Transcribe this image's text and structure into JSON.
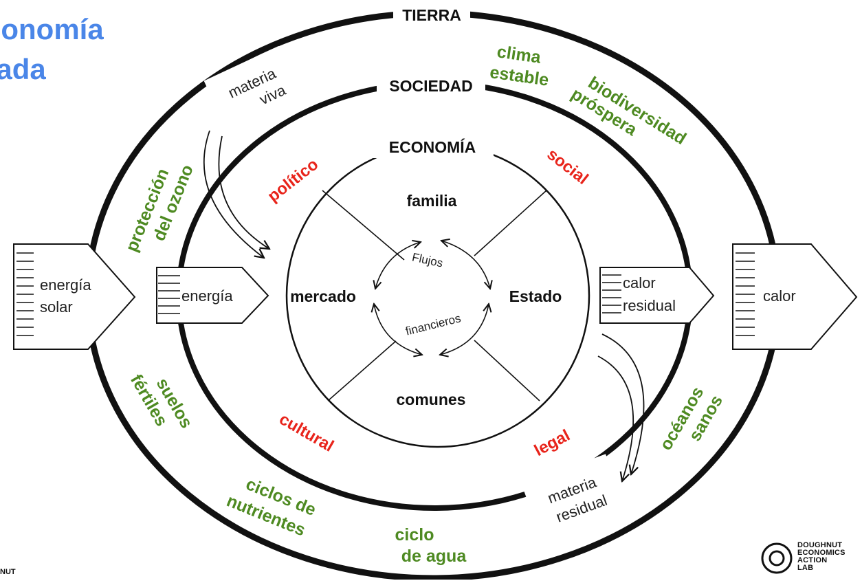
{
  "title": {
    "line1": "conomía",
    "line2": "rada"
  },
  "rings": {
    "earth": "TIERRA",
    "society": "SOCIEDAD",
    "economy": "ECONOMÍA"
  },
  "economy_sectors": {
    "top": "familia",
    "left": "mercado",
    "right": "Estado",
    "bottom": "comunes"
  },
  "financial_flows": {
    "upper": "Flujos",
    "lower": "financieros"
  },
  "society_labels": {
    "political": "político",
    "social": "social",
    "cultural": "cultural",
    "legal": "legal"
  },
  "earth_labels": {
    "stable_climate": [
      "clima",
      "estable"
    ],
    "biodiversity": [
      "biodiversidad",
      "próspera"
    ],
    "ozone": [
      "protección",
      "del ozono"
    ],
    "soils": [
      "suelos",
      "fértiles"
    ],
    "nutrients": [
      "ciclos de",
      "nutrientes"
    ],
    "water": [
      "ciclo",
      "de agua"
    ],
    "oceans": [
      "océanos",
      "sanos"
    ]
  },
  "matter": {
    "living": [
      "materia",
      "viva"
    ],
    "waste": [
      "materia",
      "residual"
    ]
  },
  "energy_flows": {
    "solar": [
      "energía",
      "solar"
    ],
    "energy": "energía",
    "waste_heat": [
      "calor",
      "residual"
    ],
    "heat": "calor"
  },
  "logo": {
    "lines": [
      "DOUGHNUT",
      "ECONOMICS",
      "ACTION",
      "LAB"
    ]
  },
  "corner_text": "NUT",
  "colors": {
    "title": "#4a86e8",
    "earth_systems": "#4e8a22",
    "society": "#e8241b",
    "ink": "#111111"
  }
}
